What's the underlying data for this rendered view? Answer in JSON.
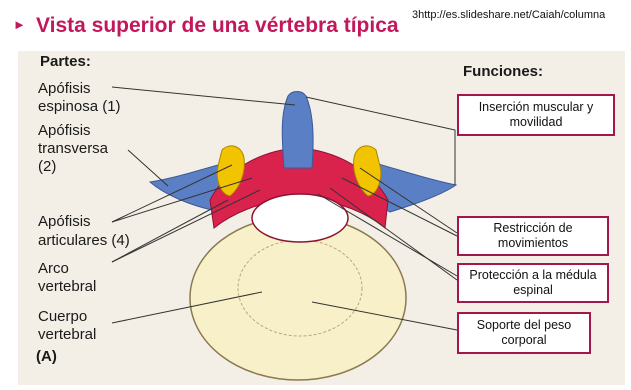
{
  "title": "Vista superior de una vértebra típica",
  "source": "3http://es.slideshare.net/Caiah/columna",
  "parts_heading": "Partes:",
  "functions_heading": "Funciones:",
  "parts": {
    "spinous_1": "Apófisis",
    "spinous_2": "espinosa (1)",
    "transverse_1": "Apófisis",
    "transverse_2": "transversa",
    "transverse_3": "(2)",
    "articular_1": "Apófisis",
    "articular_2": "articulares (4)",
    "arch_1": "Arco",
    "arch_2": "vertebral",
    "body_1": "Cuerpo",
    "body_2": "vertebral"
  },
  "functions": {
    "f1": "Inserción muscular y movilidad",
    "f2": "Restricción de movimientos",
    "f3": "Protección a la médula espinal",
    "f4": "Soporte del peso corporal"
  },
  "figure_label": "(A)",
  "colors": {
    "title": "#c2185b",
    "box_border": "#a3174f",
    "spinous": "#5b7fc4",
    "arch": "#d9234d",
    "articular": "#f2c400",
    "body": "#f8f0c8"
  }
}
